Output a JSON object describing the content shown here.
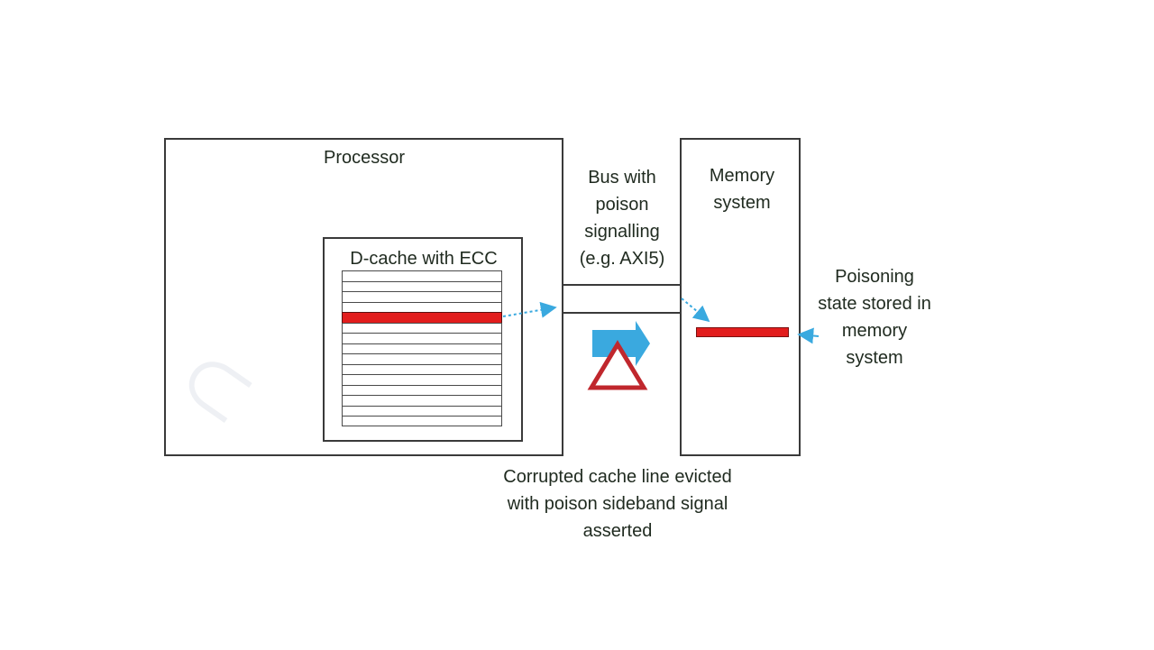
{
  "processor": {
    "label": "Processor"
  },
  "dcache": {
    "label": "D-cache with ECC",
    "lines": [
      {
        "corrupt": false
      },
      {
        "corrupt": false
      },
      {
        "corrupt": false
      },
      {
        "corrupt": false
      },
      {
        "corrupt": true
      },
      {
        "corrupt": false
      },
      {
        "corrupt": false
      },
      {
        "corrupt": false
      },
      {
        "corrupt": false
      },
      {
        "corrupt": false
      },
      {
        "corrupt": false
      },
      {
        "corrupt": false
      },
      {
        "corrupt": false
      },
      {
        "corrupt": false
      },
      {
        "corrupt": false
      }
    ]
  },
  "bus": {
    "label_lines": [
      "Bus with",
      "poison",
      "signalling",
      "(e.g. AXI5)"
    ]
  },
  "memory": {
    "label_lines": [
      "Memory",
      "system"
    ]
  },
  "poison_state": {
    "label_lines": [
      "Poisoning",
      "state stored in",
      "memory",
      "system"
    ]
  },
  "eviction": {
    "label_lines": [
      "Corrupted cache line evicted",
      "with poison sideband signal",
      "asserted"
    ]
  },
  "colors": {
    "poison_red": "#e21d1d",
    "arrow_blue": "#3aa9df",
    "warning_red": "#c0272d",
    "outline": "#3a3a3a"
  },
  "icons": {
    "transfer": "right-arrow-icon",
    "warning": "warning-triangle-icon"
  }
}
